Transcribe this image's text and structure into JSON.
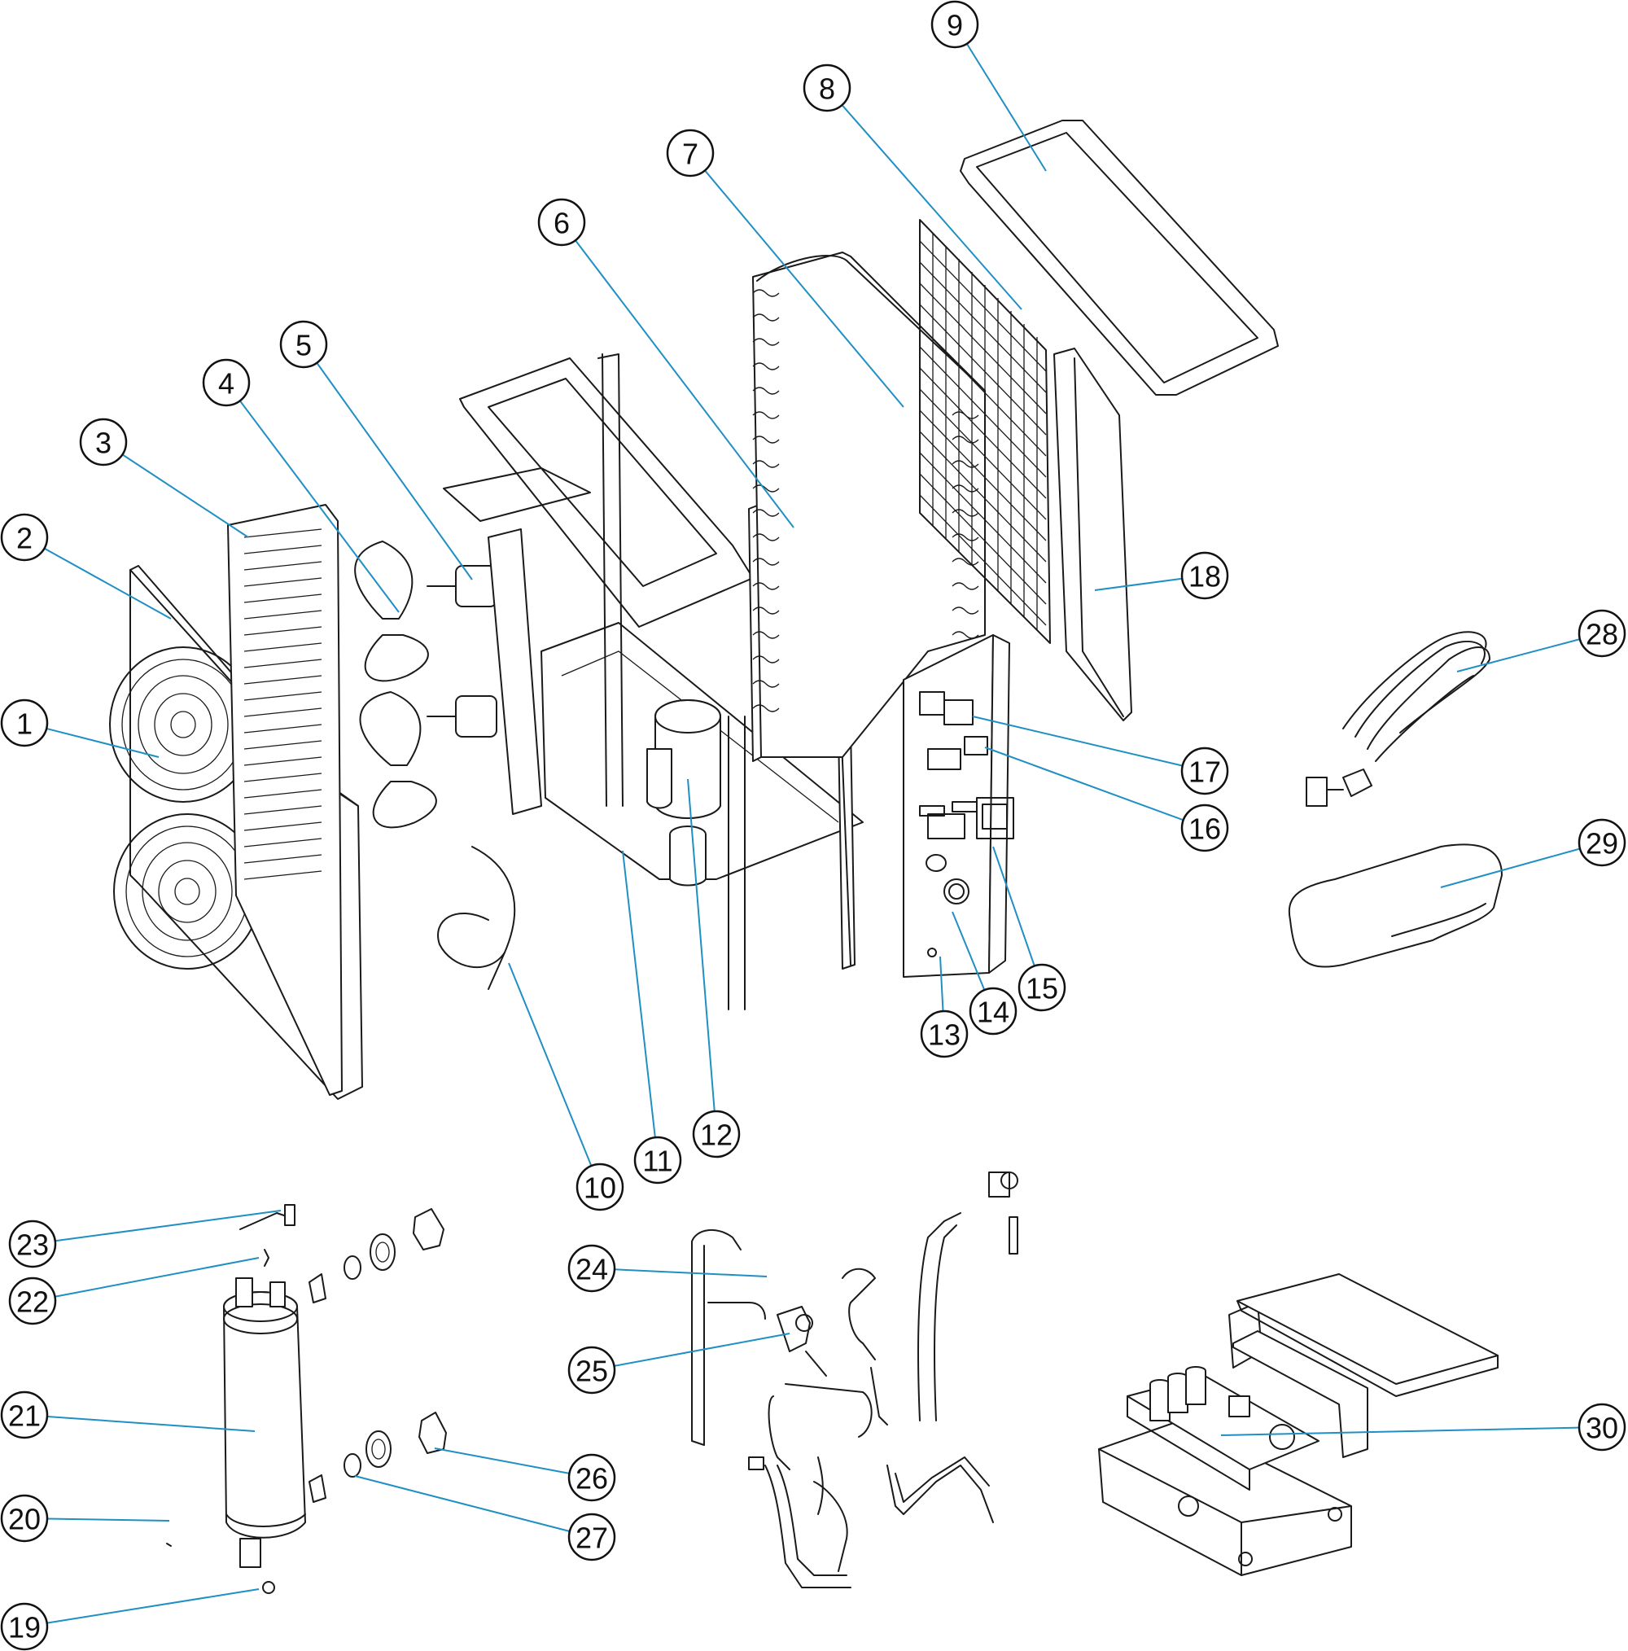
{
  "diagram": {
    "callouts": [
      {
        "label": "1"
      },
      {
        "label": "2"
      },
      {
        "label": "3"
      },
      {
        "label": "4"
      },
      {
        "label": "5"
      },
      {
        "label": "6"
      },
      {
        "label": "7"
      },
      {
        "label": "8"
      },
      {
        "label": "9"
      },
      {
        "label": "10"
      },
      {
        "label": "11"
      },
      {
        "label": "12"
      },
      {
        "label": "13"
      },
      {
        "label": "14"
      },
      {
        "label": "15"
      },
      {
        "label": "16"
      },
      {
        "label": "17"
      },
      {
        "label": "18"
      },
      {
        "label": "19"
      },
      {
        "label": "20"
      },
      {
        "label": "21"
      },
      {
        "label": "22"
      },
      {
        "label": "23"
      },
      {
        "label": "24"
      },
      {
        "label": "25"
      },
      {
        "label": "26"
      },
      {
        "label": "27"
      },
      {
        "label": "28"
      },
      {
        "label": "29"
      },
      {
        "label": "30"
      }
    ],
    "colors": {
      "leader": "#1f8fc4",
      "line": "#1a1a1a",
      "background": "#ffffff"
    }
  }
}
